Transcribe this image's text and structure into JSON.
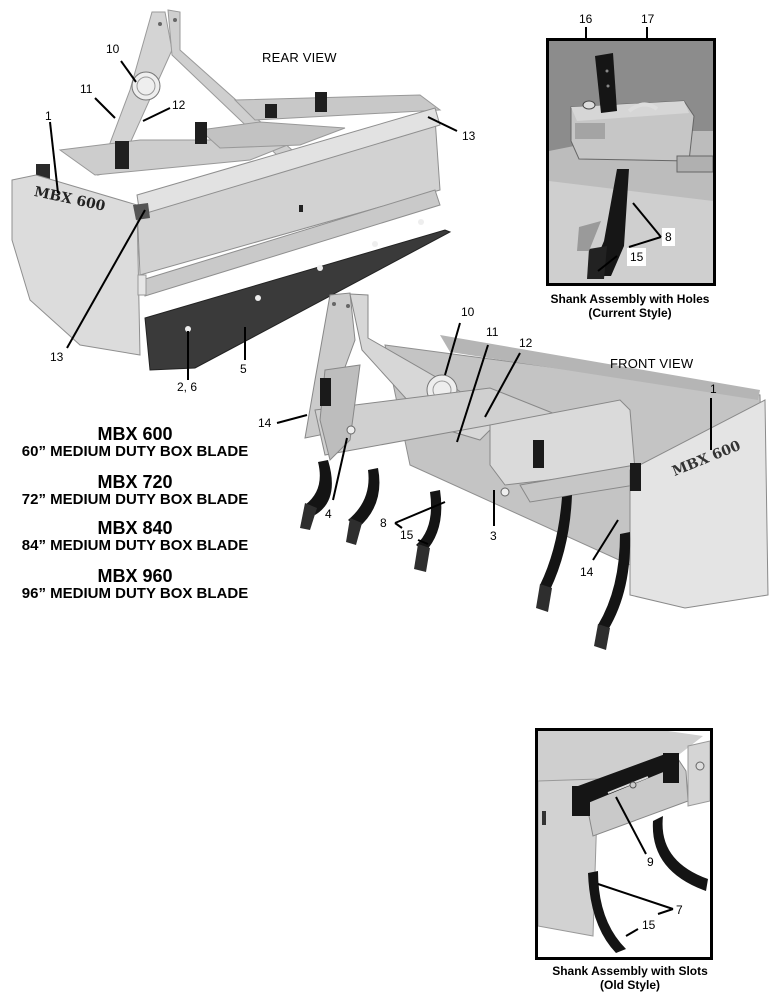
{
  "rear_view": {
    "label": "REAR VIEW",
    "stencil": "MBX 600",
    "callouts": [
      {
        "id": "1",
        "text": "1"
      },
      {
        "id": "10",
        "text": "10"
      },
      {
        "id": "11",
        "text": "11"
      },
      {
        "id": "12",
        "text": "12"
      },
      {
        "id": "13a",
        "text": "13"
      },
      {
        "id": "13b",
        "text": "13"
      },
      {
        "id": "2-6",
        "text": "2, 6"
      },
      {
        "id": "5",
        "text": "5"
      }
    ]
  },
  "front_view": {
    "label": "FRONT VIEW",
    "stencil": "MBX 600",
    "callouts": [
      {
        "id": "10",
        "text": "10"
      },
      {
        "id": "11",
        "text": "11"
      },
      {
        "id": "12",
        "text": "12"
      },
      {
        "id": "1",
        "text": "1"
      },
      {
        "id": "14a",
        "text": "14"
      },
      {
        "id": "14b",
        "text": "14"
      },
      {
        "id": "4",
        "text": "4"
      },
      {
        "id": "8",
        "text": "8"
      },
      {
        "id": "15",
        "text": "15"
      },
      {
        "id": "3",
        "text": "3"
      }
    ]
  },
  "inset_holes": {
    "caption_line1": "Shank Assembly with Holes",
    "caption_line2": "(Current Style)",
    "callouts": [
      {
        "id": "16",
        "text": "16"
      },
      {
        "id": "17",
        "text": "17"
      },
      {
        "id": "8",
        "text": "8"
      },
      {
        "id": "15",
        "text": "15"
      }
    ]
  },
  "inset_slots": {
    "caption_line1": "Shank Assembly with Slots",
    "caption_line2": "(Old Style)",
    "callouts": [
      {
        "id": "9",
        "text": "9"
      },
      {
        "id": "7",
        "text": "7"
      },
      {
        "id": "15",
        "text": "15"
      }
    ]
  },
  "models": [
    {
      "name": "MBX 600",
      "description": "60” MEDIUM DUTY BOX BLADE"
    },
    {
      "name": "MBX 720",
      "description": "72” MEDIUM DUTY BOX BLADE"
    },
    {
      "name": "MBX 840",
      "description": "84” MEDIUM DUTY BOX BLADE"
    },
    {
      "name": "MBX 960",
      "description": "96” MEDIUM DUTY BOX BLADE"
    }
  ],
  "colors": {
    "background": "#ffffff",
    "metal_light": "#d8d8d8",
    "metal_mid": "#bdbdbd",
    "metal_dark": "#8a8a8a",
    "shank_black": "#1a1a1a",
    "cutting_edge": "#3a3a3a"
  }
}
